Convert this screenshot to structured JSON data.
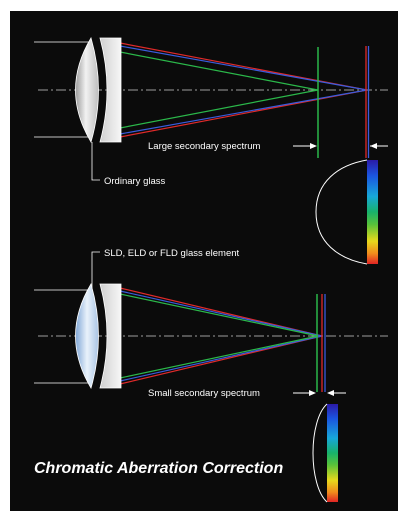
{
  "labels": {
    "large_spectrum": "Large secondary spectrum",
    "ordinary_glass": "Ordinary glass",
    "special_glass": "SLD, ELD or FLD glass element",
    "small_spectrum": "Small secondary spectrum"
  },
  "title": "Chromatic Aberration Correction",
  "colors": {
    "background": "#0b0b0b",
    "red": "#e02a2a",
    "green": "#2bb84a",
    "blue": "#3a5cdc",
    "leader": "#ffffff"
  }
}
